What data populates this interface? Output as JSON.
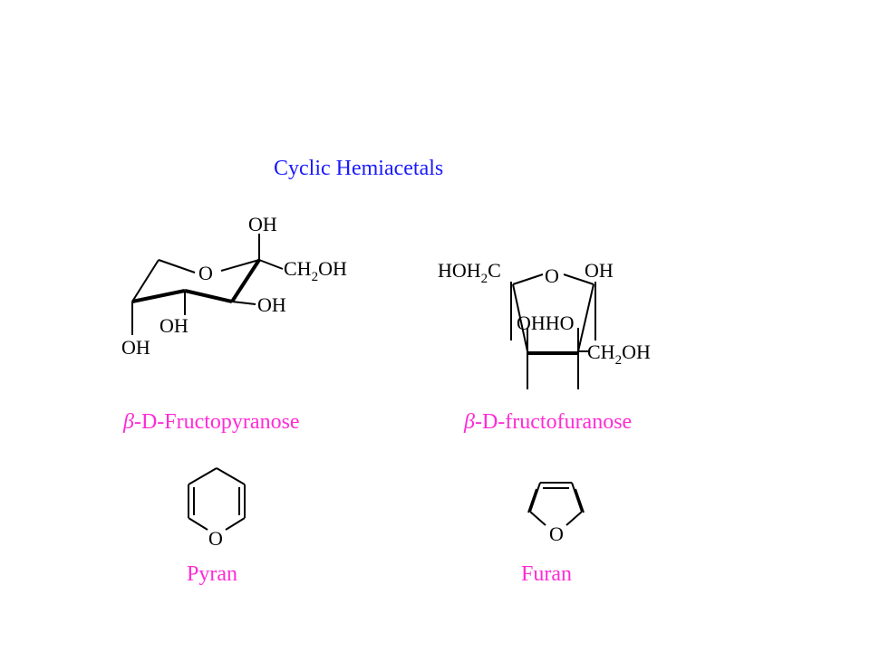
{
  "title": "Cyclic Hemiacetals",
  "colors": {
    "title": "#1a1aff",
    "caption": "#ff2bd6",
    "ink": "#000000",
    "background": "#ffffff"
  },
  "pyranose": {
    "caption_beta": "β",
    "caption_rest": "-D-Fructopyranose",
    "labels": {
      "top_oh": "OH",
      "ring_o": "O",
      "ch2oh_main": "CH",
      "ch2oh_sub": "2",
      "ch2oh_tail": "OH",
      "right_oh": "OH",
      "middle_oh": "OH",
      "bottom_oh": "OH"
    }
  },
  "furanose": {
    "caption_beta": "β",
    "caption_rest": "-D-fructofuranose",
    "labels": {
      "hoh2c_main": "HOH",
      "hoh2c_sub": "2",
      "hoh2c_tail": "C",
      "ring_o": "O",
      "top_oh": "OH",
      "oh_ho": "OHHO",
      "ch2oh_main": "CH",
      "ch2oh_sub": "2",
      "ch2oh_tail": "OH"
    }
  },
  "pyran": {
    "caption": "Pyran",
    "ring_o": "O"
  },
  "furan": {
    "caption": "Furan",
    "ring_o": "O"
  }
}
